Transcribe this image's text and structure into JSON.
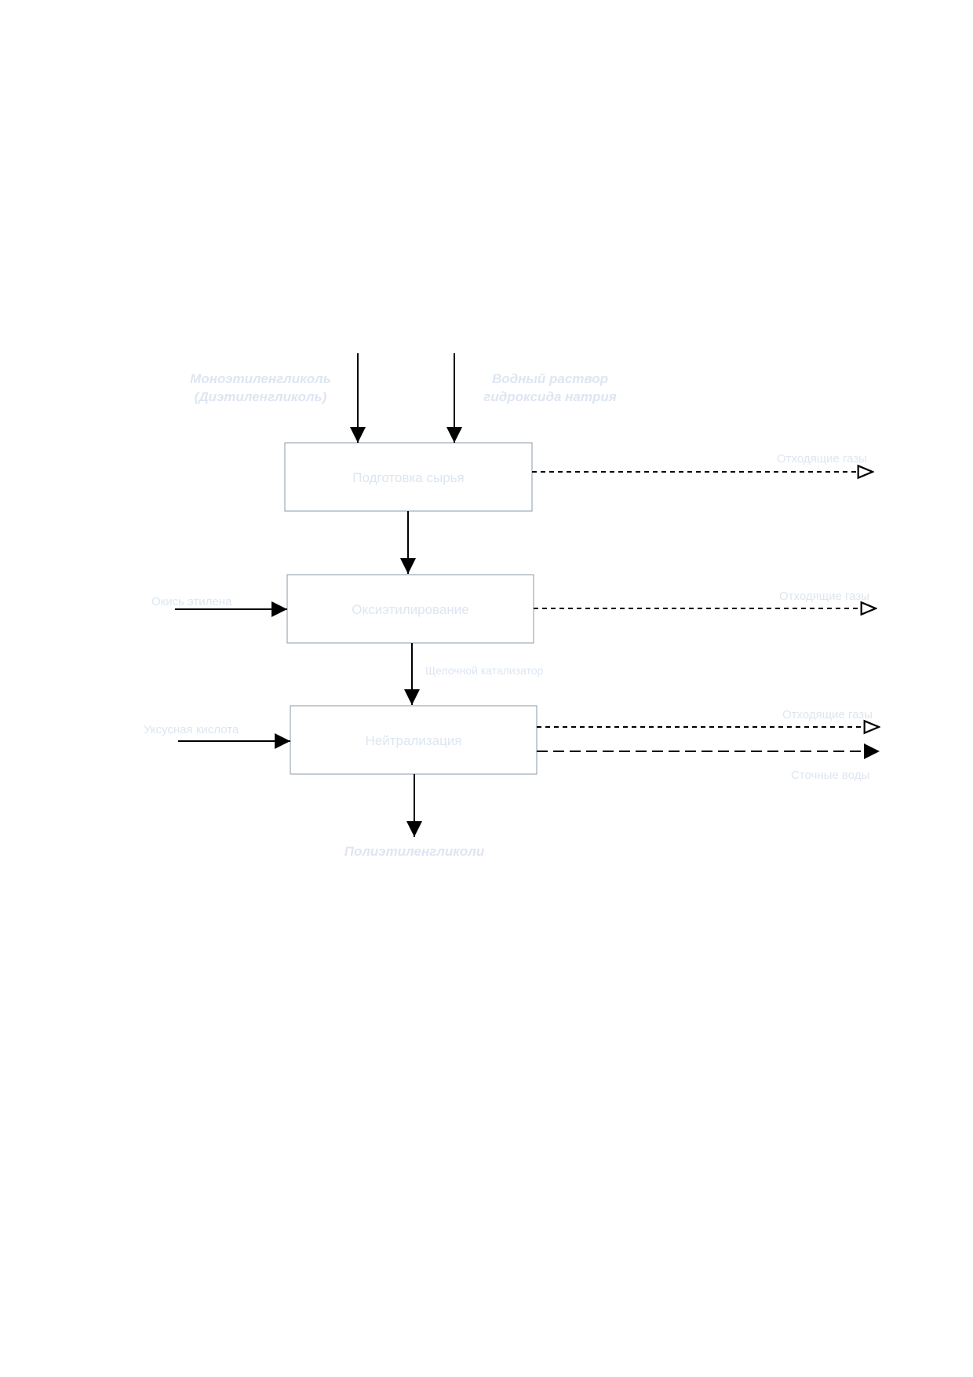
{
  "palette": {
    "line": "#000000",
    "box_border": "#8a9aa8",
    "label_text": "#dde6f1"
  },
  "inputs": {
    "mono_line1": "Моноэтиленгликоль",
    "mono_line2": "(Диэтиленгликоль)",
    "naoh_line1": "Водный раствор",
    "naoh_line2": "гидроксида натрия",
    "ethylene_oxide": "Окись этилена",
    "acetic_acid": "Уксусная кислота"
  },
  "processes": {
    "prep": "Подготовка сырья",
    "oxy": "Оксиэтилирование",
    "neutral": "Нейтрализация"
  },
  "flows": {
    "catalyst": "Щелочной катализатор"
  },
  "outputs": {
    "gas1": "Отходящие газы",
    "gas2": "Отходящие газы",
    "gas3": "Отходящие газы",
    "wastewater": "Сточные воды",
    "product": "Полиэтиленгликоли"
  }
}
